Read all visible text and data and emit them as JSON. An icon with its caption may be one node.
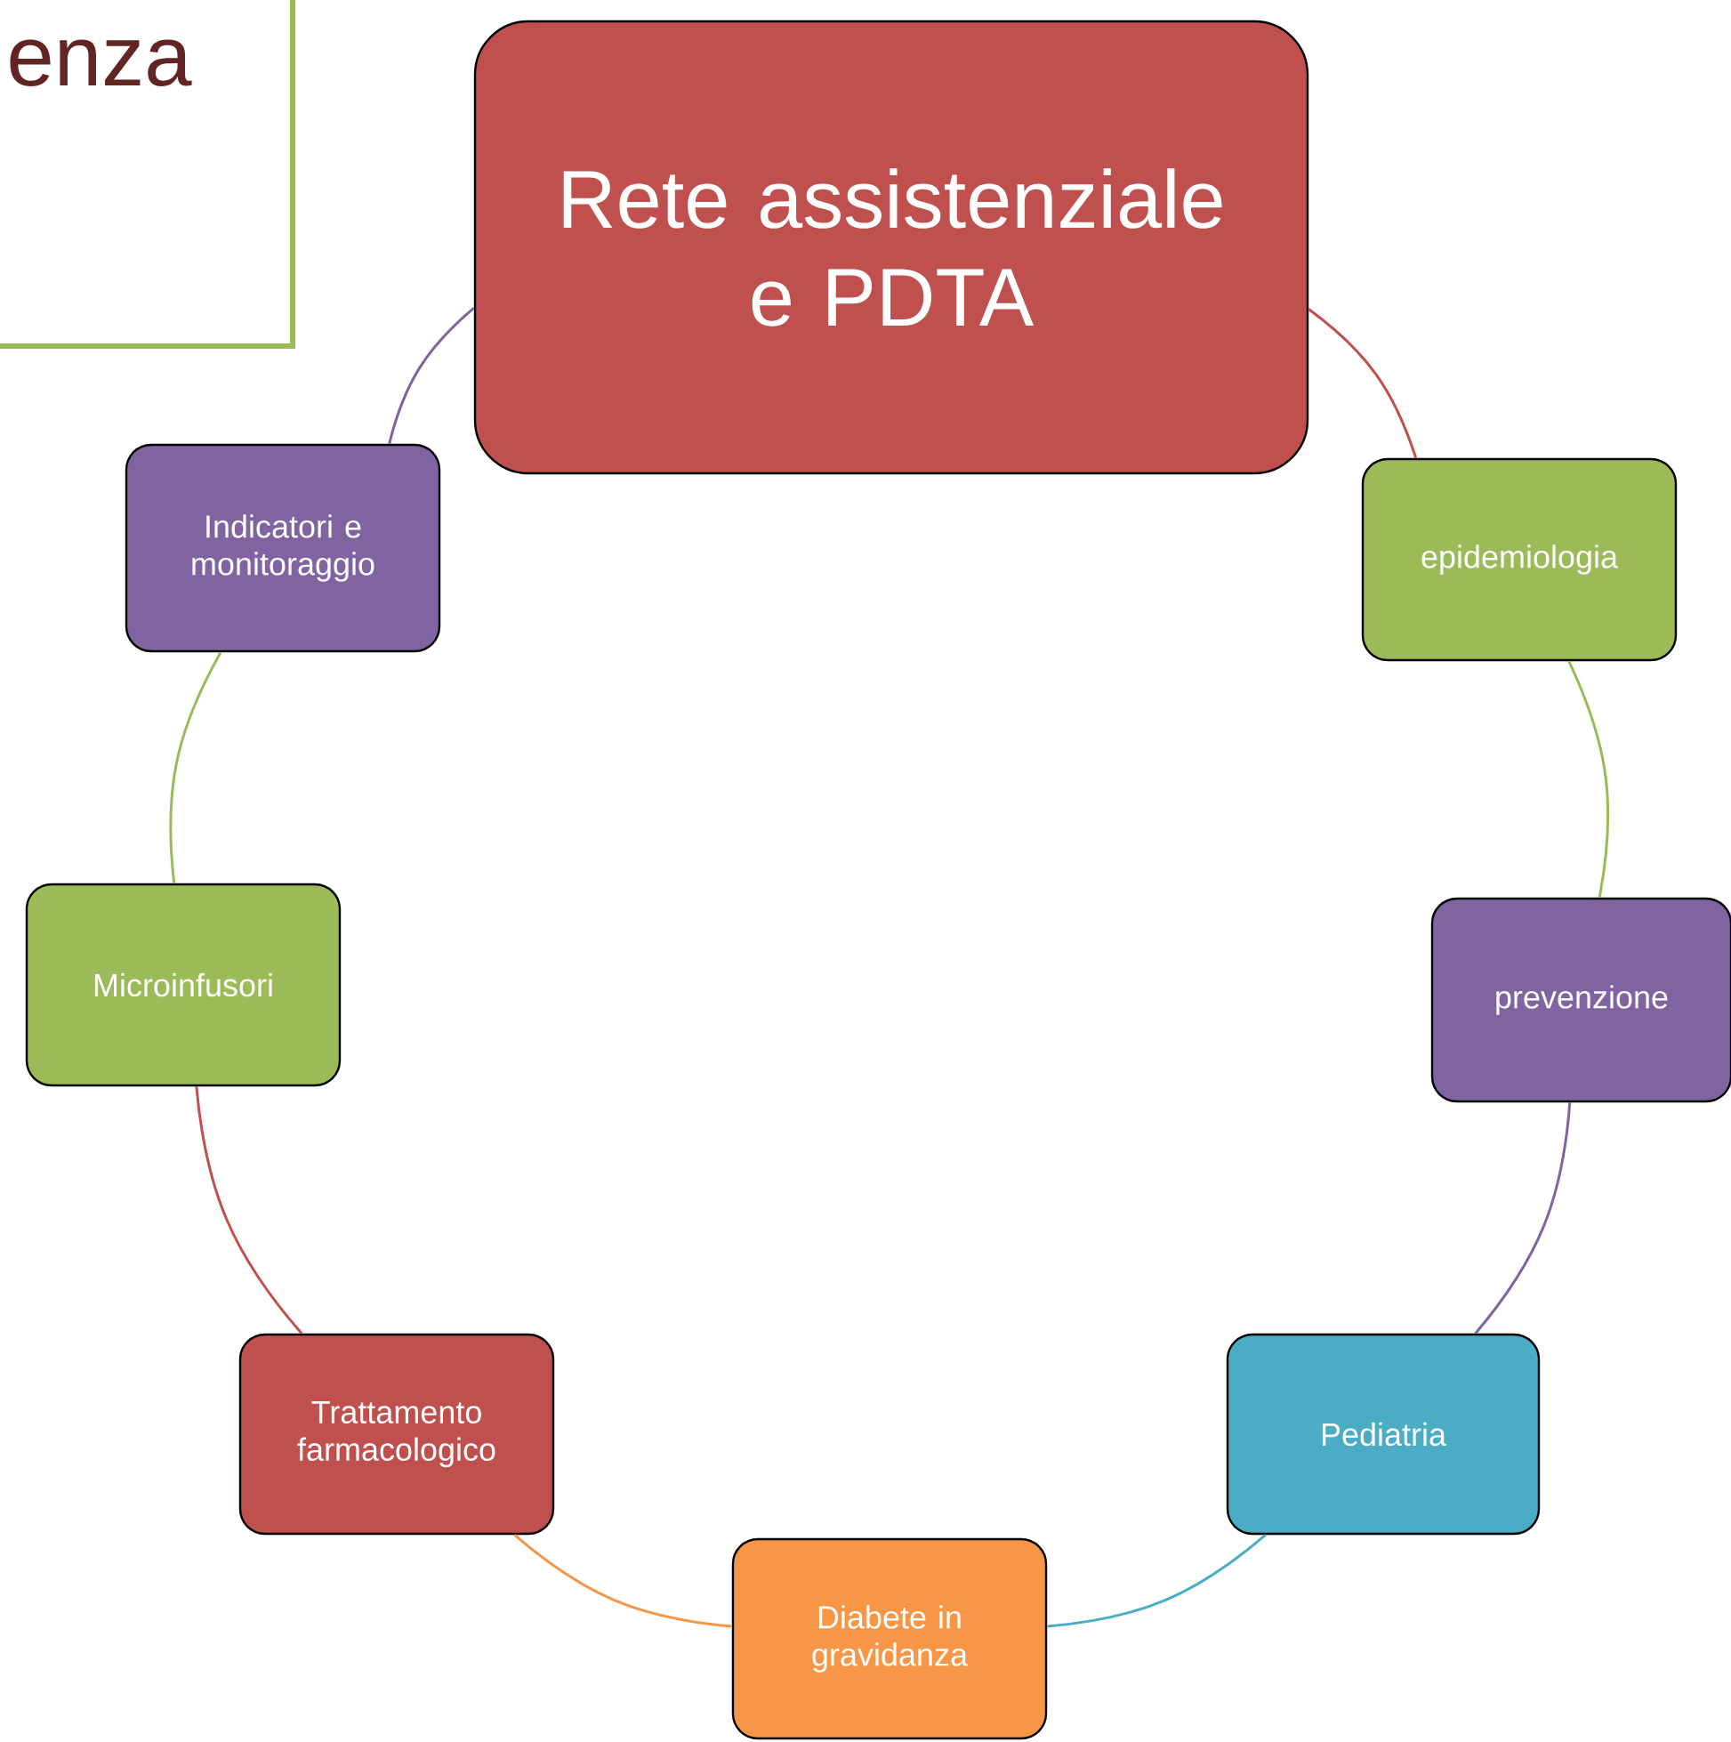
{
  "diagram": {
    "nodes": [
      {
        "text": [
          "enza"
        ]
      },
      {
        "text": [
          "Rete assistenziale e PDTA"
        ]
      },
      {
        "text": [
          "epidemiologia"
        ]
      },
      {
        "text": [
          "prevenzione"
        ]
      },
      {
        "text": [
          "Pediatria"
        ]
      },
      {
        "text": [
          "Diabete in gravidanza"
        ]
      },
      {
        "text": [
          "Trattamento farmacologico"
        ]
      },
      {
        "text": [
          "Microinfusori"
        ]
      },
      {
        "text": [
          "Indicatori e monitoraggio"
        ]
      }
    ],
    "edges": [
      {
        "from": 1,
        "to": 2,
        "arrow": "none",
        "color": "#c0504d"
      },
      {
        "from": 2,
        "to": 3,
        "arrow": "none",
        "color": "#9bbb59"
      },
      {
        "from": 3,
        "to": 4,
        "arrow": "none",
        "color": "#8064a2"
      },
      {
        "from": 4,
        "to": 5,
        "arrow": "none",
        "color": "#4bacc6"
      },
      {
        "from": 5,
        "to": 6,
        "arrow": "none",
        "color": "#f79646"
      },
      {
        "from": 6,
        "to": 7,
        "arrow": "none",
        "color": "#c0504d"
      },
      {
        "from": 7,
        "to": 8,
        "arrow": "none",
        "color": "#9bbb59"
      },
      {
        "from": 8,
        "to": 1,
        "arrow": "none",
        "color": "#8064a2"
      }
    ]
  }
}
